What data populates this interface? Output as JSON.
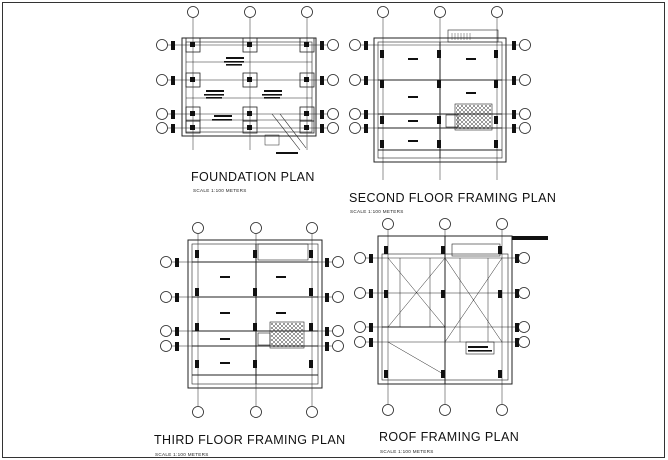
{
  "plans": [
    {
      "id": "foundation",
      "title": "FOUNDATION PLAN",
      "scale": "SCALE 1:100 METERS"
    },
    {
      "id": "second",
      "title": "SECOND FLOOR FRAMING PLAN",
      "scale": "SCALE 1:100 METERS"
    },
    {
      "id": "third",
      "title": "THIRD FLOOR FRAMING PLAN",
      "scale": "SCALE 1:100 METERS"
    },
    {
      "id": "roof",
      "title": "ROOF FRAMING PLAN",
      "scale": "SCALE 1:100 METERS"
    }
  ],
  "colors": {
    "line": "#222222",
    "hatch": "#444444",
    "column": "#111111"
  }
}
